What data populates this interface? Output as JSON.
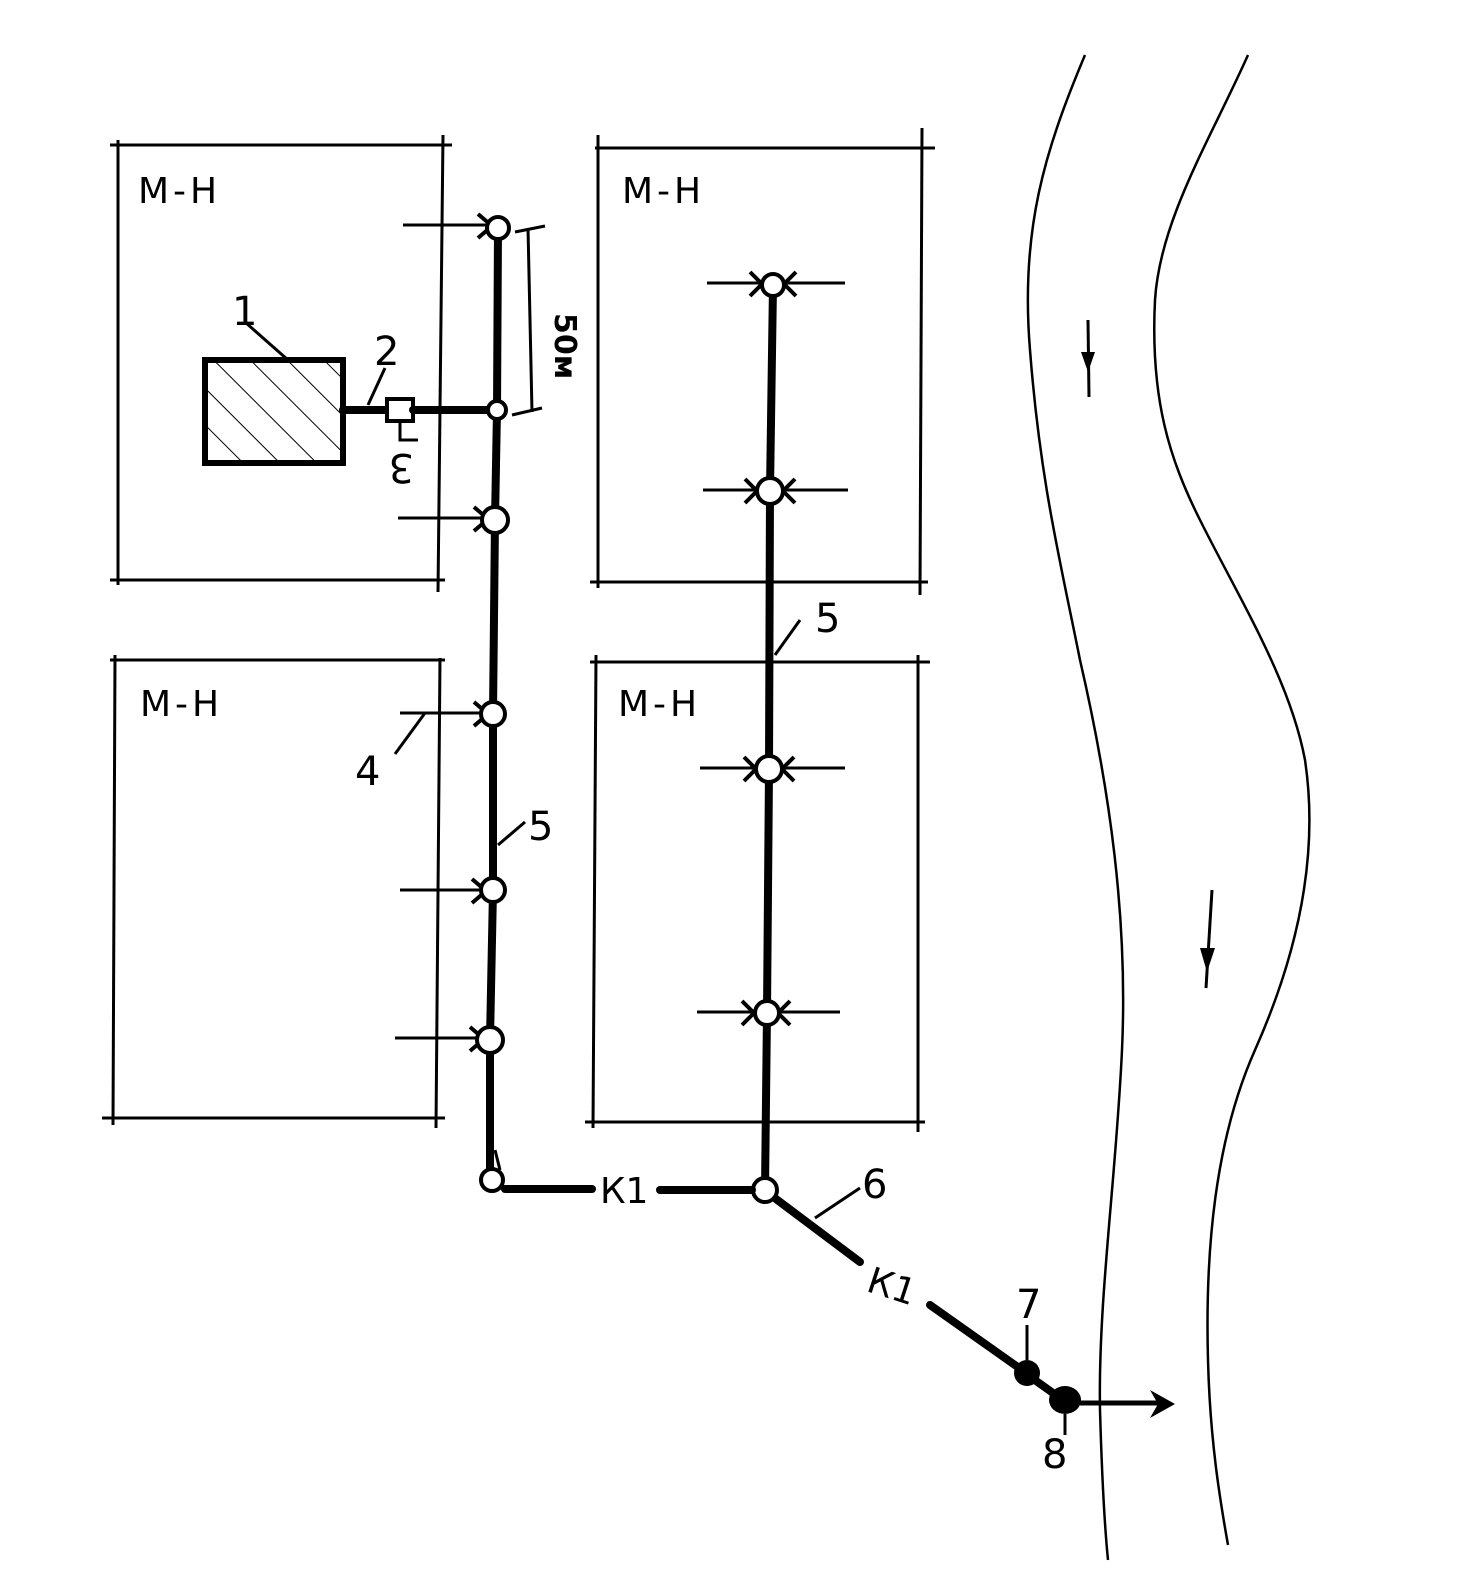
{
  "labels": {
    "district_top_left": "М-Н",
    "district_top_right": "М-Н",
    "district_bottom_left": "М-Н",
    "district_bottom_right": "М-Н",
    "building_number": "1",
    "outlet_number": "2",
    "connection_number": "3",
    "branch_number": "4",
    "street_sewer_left": "5",
    "street_sewer_right": "5",
    "main_collector_number": "6",
    "treatment_number": "7",
    "discharge_number": "8",
    "collector_code_horizontal": "К1",
    "collector_code_diagonal": "К1",
    "spacing_dimension": "50м"
  },
  "icons": {
    "well": "manhole-circle-icon",
    "river_flow": "flow-arrow-icon",
    "discharge": "discharge-arrow-icon"
  }
}
